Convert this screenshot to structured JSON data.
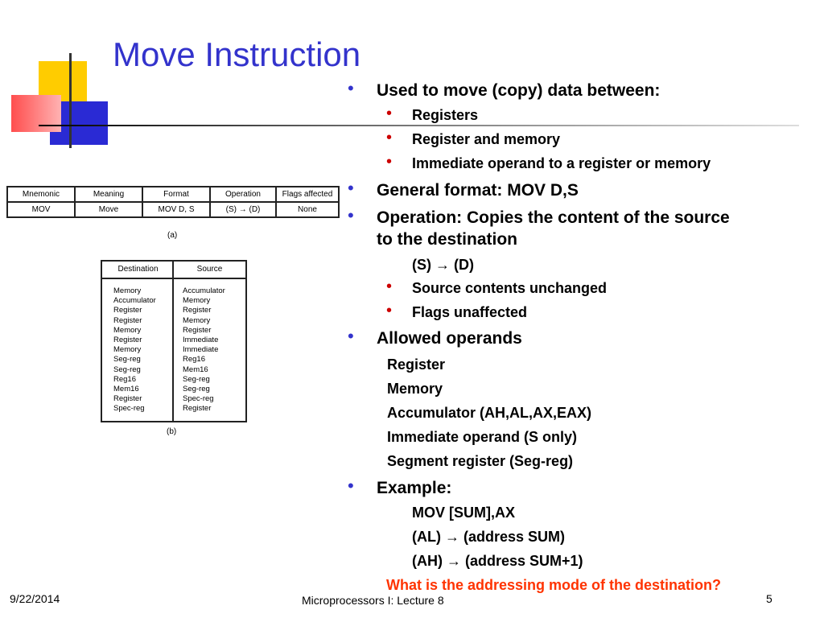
{
  "slide": {
    "title": "Move Instruction",
    "date": "9/22/2014",
    "footer_center": "Microprocessors I:   Lecture 8",
    "page_number": "5"
  },
  "content": {
    "l1_used": "Used to move (copy) data between:",
    "l2_registers": "Registers",
    "l2_reg_mem": "Register and memory",
    "l2_immediate": "Immediate operand to a register or memory",
    "l1_general": "General format:  MOV D,S",
    "l1_operation_line1": "Operation: Copies the content of the source",
    "l1_operation_line2": "to the destination",
    "op_s_to_d": "(S) → (D)",
    "l2_unchanged": "Source contents unchanged",
    "l2_flags": "Flags unaffected",
    "l1_allowed": "Allowed operands",
    "op_register": "Register",
    "op_memory": "Memory",
    "op_accumulator": "Accumulator (AH,AL,AX,EAX)",
    "op_immediate": "Immediate operand (S only)",
    "op_segment": "Segment register (Seg-reg)",
    "l1_example": "Example:",
    "ex1": "MOV [SUM],AX",
    "ex2": "(AL) → (address SUM)",
    "ex3": "(AH) → (address SUM+1)",
    "question": "What is the addressing mode of the destination?"
  },
  "table_a": {
    "headers": [
      "Mnemonic",
      "Meaning",
      "Format",
      "Operation",
      "Flags affected"
    ],
    "row": [
      "MOV",
      "Move",
      "MOV D, S",
      "(S) → (D)",
      "None"
    ],
    "caption": "(a)"
  },
  "table_b": {
    "headers": [
      "Destination",
      "Source"
    ],
    "destination": [
      "Memory",
      "Accumulator",
      "Register",
      "Register",
      "Memory",
      "Register",
      "Memory",
      "Seg-reg",
      "Seg-reg",
      "Reg16",
      "Mem16",
      "Register",
      "Spec-reg"
    ],
    "source": [
      "Accumulator",
      "Memory",
      "Register",
      "Memory",
      "Register",
      "Immediate",
      "Immediate",
      "Reg16",
      "Mem16",
      "Seg-reg",
      "Seg-reg",
      "Spec-reg",
      "Register"
    ],
    "caption": "(b)"
  }
}
